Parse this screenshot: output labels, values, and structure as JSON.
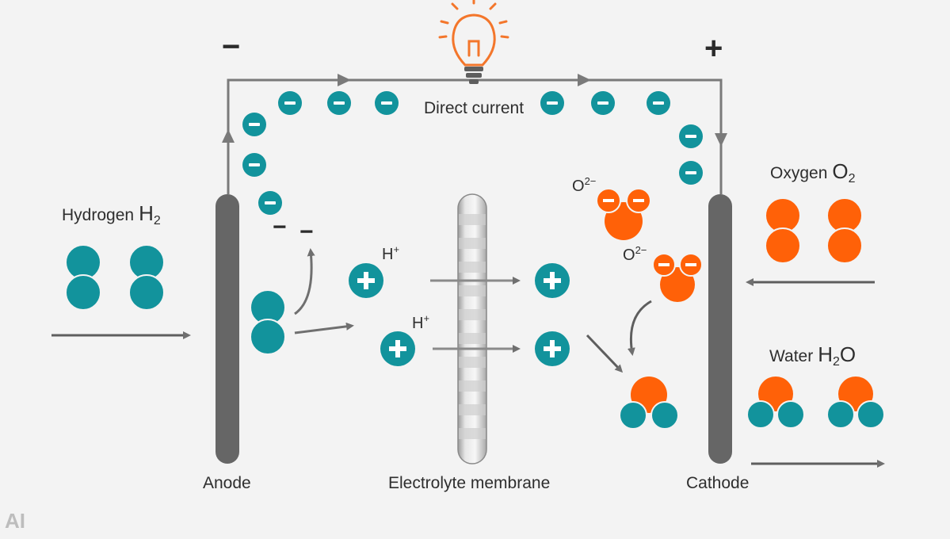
{
  "labels": {
    "negative_terminal": "−",
    "positive_terminal": "+",
    "direct_current": "Direct current",
    "hydrogen": "Hydrogen",
    "hydrogen_formula": "H",
    "hydrogen_subscript": "2",
    "oxygen": "Oxygen",
    "oxygen_formula": "O",
    "oxygen_subscript": "2",
    "water": "Water",
    "water_formula_h": "H",
    "water_subscript": "2",
    "water_formula_o": "O",
    "anode": "Anode",
    "electrolyte_membrane": "Electrolyte membrane",
    "cathode": "Cathode",
    "proton": "H",
    "proton_charge": "+",
    "oxide_ion": "O",
    "oxide_charge": "2−",
    "free_electron": "−",
    "watermark": "AI"
  },
  "colors": {
    "background": "#f3f3f3",
    "teal": "#12939c",
    "orange": "#ff6108",
    "electrode": "#666666",
    "wire": "#7a7a7a",
    "bulb": "#f3762b"
  },
  "icons": {
    "bulb": "light-bulb-icon",
    "electron": "minus-icon",
    "proton": "plus-icon"
  }
}
